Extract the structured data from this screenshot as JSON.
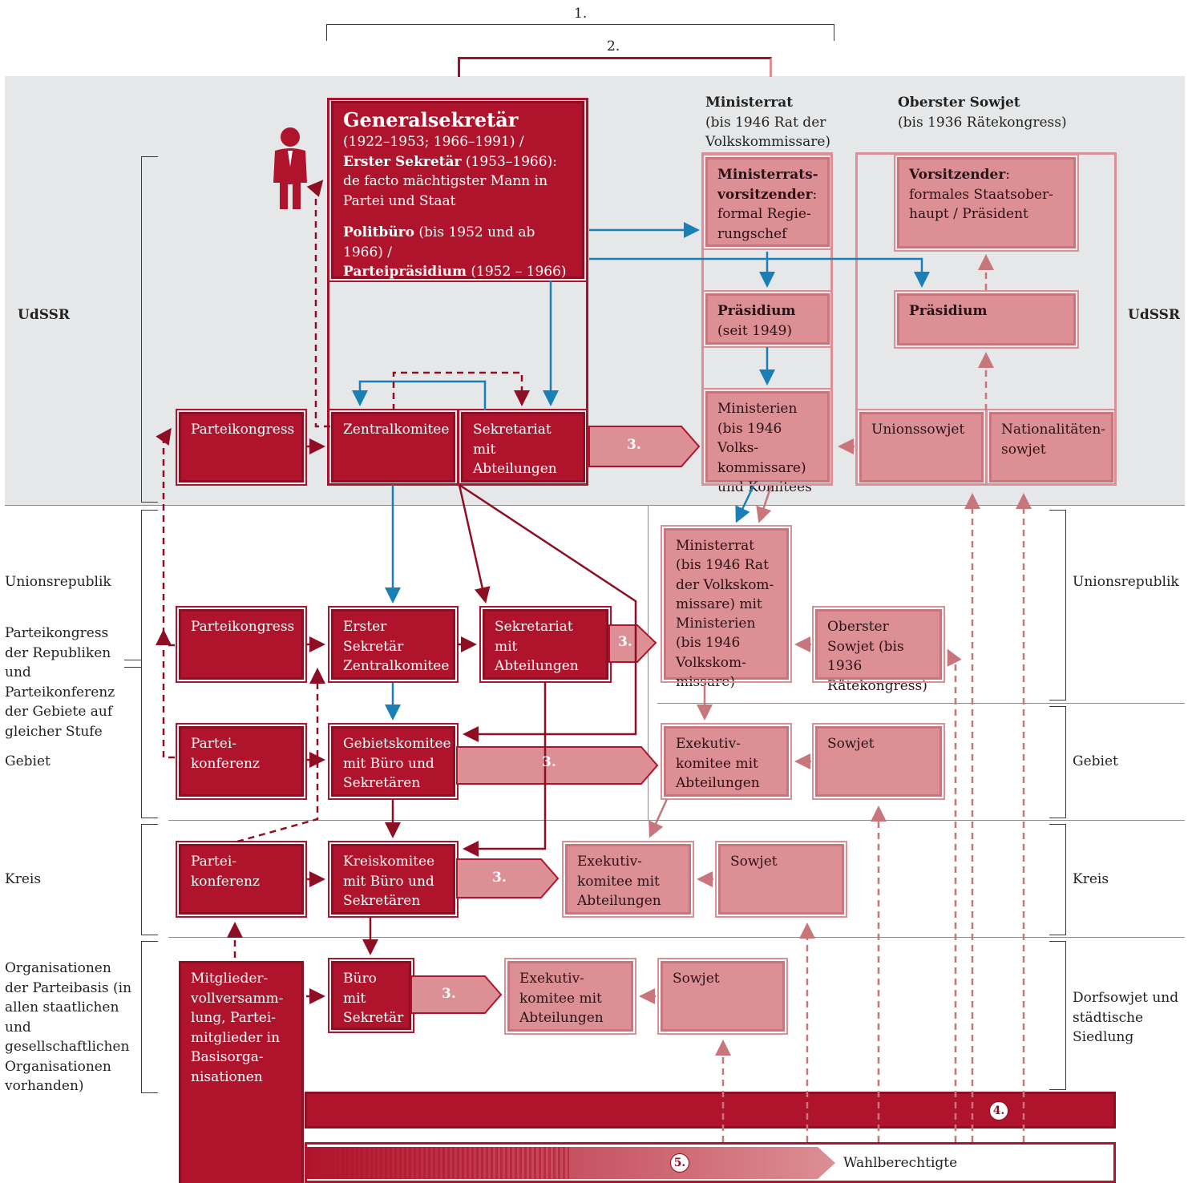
{
  "top": {
    "bracket1": "1.",
    "bracket2": "2."
  },
  "levels": {
    "udssr_left": "UdSSR",
    "udssr_right": "UdSSR",
    "unionsrepublik_left": "Unionsrepublik",
    "unionsrepublik_right": "Unionsrepublik",
    "parteikongress_note": "Parteikongress der Republiken und Parteikonferenz der Gebiete auf gleicher Stufe",
    "gebiet_left": "Gebiet",
    "gebiet_right": "Gebiet",
    "kreis_left": "Kreis",
    "kreis_right": "Kreis",
    "basis_left": "Organisationen der Parteibasis (in allen staatlichen und gesellschaftlichen Organisationen vorhanden)",
    "dorf_right": "Dorfsowjet und städtische Siedlung"
  },
  "gensek": {
    "title": "Generalsekretär",
    "line1": "(1922–1953; 1966–1991) /",
    "line2_bold": "Erster Sekretär",
    "line2_rest": " (1953–1966):",
    "line3": "de facto mächtigster Mann in",
    "line4": "Partei und Staat",
    "line5_bold": "Politbüro",
    "line5_rest": " (bis 1952 und ab 1966) /",
    "line6_bold": "Parteipräsidium",
    "line6_rest": " (1952 – 1966)"
  },
  "ministerrat_head": {
    "title": "Ministerrat",
    "sub1": "(bis 1946 Rat der",
    "sub2": "Volkskommissare)"
  },
  "sowjet_head": {
    "title": "Oberster Sowjet",
    "sub1": "(bis 1936 Rätekongress)"
  },
  "boxes": {
    "mr_vorsitz_b1": "Ministerrats-",
    "mr_vorsitz_b2": "vorsitzender",
    "mr_vorsitz_r1": ":",
    "mr_vorsitz_r2": "formal Regie-",
    "mr_vorsitz_r3": "rungschef",
    "os_vorsitz_b": "Vorsitzender",
    "os_vorsitz_r1": ":",
    "os_vorsitz_r2": "formales Staatsober-",
    "os_vorsitz_r3": "haupt / Präsident",
    "mr_praes_b": "Präsidium",
    "mr_praes_r": "(seit 1949)",
    "os_praes": "Präsidium",
    "ministerien": "Ministerien (bis 1946 Volks- kommissare) und Komitees",
    "unionssowjet": "Unionssowjet",
    "nationalitaeten": "Nationalitäten- sowjet",
    "parteikongress_u": "Parteikongress",
    "zentralkomitee": "Zentralkomitee",
    "sekretariat_u": "Sekretariat mit Abteilungen",
    "parteikongress_r": "Parteikongress",
    "erster_sekretaer": "Erster Sekretär Zentralkomitee",
    "sekretariat_r": "Sekretariat mit Abteilungen",
    "ministerrat_r": "Ministerrat (bis 1946 Rat der Volkskom- missare) mit Ministerien (bis 1946 Volkskom- missare)",
    "oberster_sowjet_r": "Oberster Sowjet (bis 1936 Rätekongress)",
    "parteikonferenz_g": "Partei- konferenz",
    "gebietskomitee": "Gebietskomitee mit Büro und Sekretären",
    "exekutiv_g": "Exekutiv- komitee mit Abteilungen",
    "sowjet_g": "Sowjet",
    "parteikonferenz_k": "Partei- konferenz",
    "kreiskomitee": "Kreiskomitee mit Büro und Sekretären",
    "exekutiv_k": "Exekutiv- komitee mit Abteilungen",
    "sowjet_k": "Sowjet",
    "mitglieder": "Mitglieder- vollversamm- lung, Partei- mitglieder in Basisorga- nisationen",
    "buero": "Büro mit Sekretär",
    "exekutiv_d": "Exekutiv- komitee mit Abteilungen",
    "sowjet_d": "Sowjet"
  },
  "arrows": {
    "three": "3.",
    "four": "4.",
    "five": "5.",
    "wahlberechtigte": "Wahlberechtigte"
  },
  "colors": {
    "dark": "#b0142c",
    "light": "#dc8f94",
    "blue": "#1a7fb5",
    "grey": "#e6e7e8"
  }
}
